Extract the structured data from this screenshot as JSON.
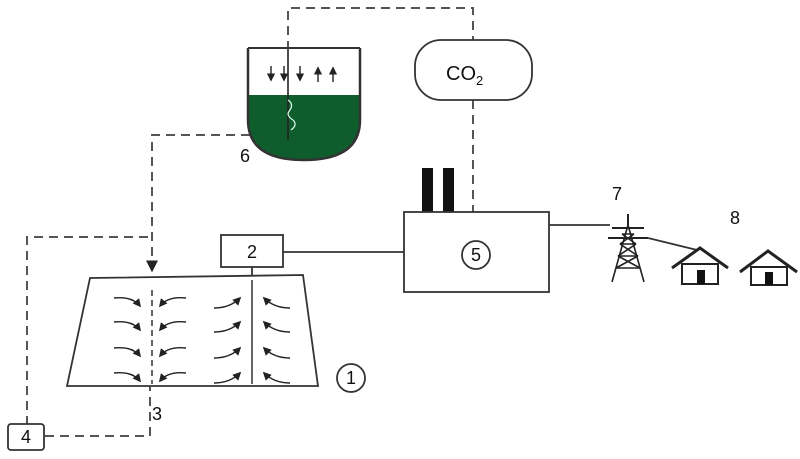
{
  "labels": {
    "reservoir": "1",
    "extraction_unit": "2",
    "injection_well": "3",
    "pump_unit": "4",
    "power_plant": "5",
    "algae_tank": "6",
    "transmission_tower": "7",
    "houses": "8"
  },
  "co2_tank": {
    "text": "CO",
    "subscript": "2"
  },
  "colors": {
    "algae_fill": "#0f5c2c",
    "line": "#333333",
    "dashed_line": "#555555"
  },
  "icons": [
    "factory-chimney-icon",
    "transmission-tower-icon",
    "house-icon"
  ]
}
